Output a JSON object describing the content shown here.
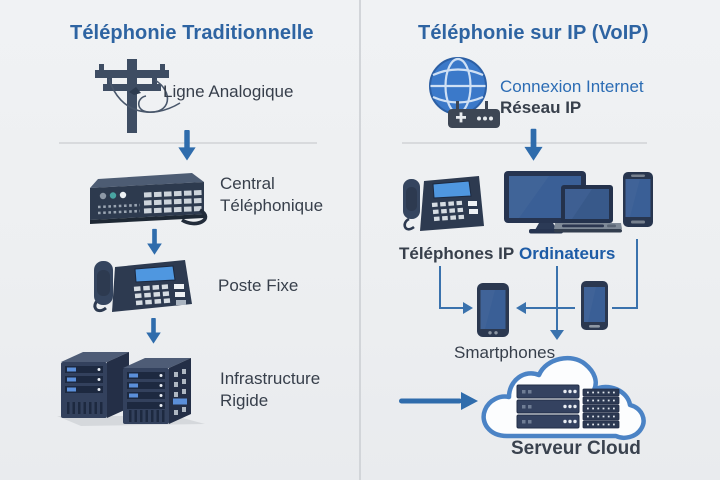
{
  "colors": {
    "background": "#edeff1",
    "heading_blue": "#2e64a2",
    "label_dark": "#373f4b",
    "accent_arrow_blue": "#2f6cac",
    "connector_blue": "#3a72ad",
    "internet_link_blue": "#2b6cb4",
    "ordinateurs_blue": "#1e5ca6",
    "device_navy": "#2d3a50",
    "phone_screen_blue": "#4f97e0",
    "display_screen_blue": "#3a5f96",
    "cloud_outline_blue": "#4b83c5",
    "divider_gray": "#d2d5d9"
  },
  "icons": {
    "telephone_pole": "utility-pole-with-analog-wires",
    "pbx_unit": "central-switchboard-rack-unit",
    "desk_phone": "analog-desk-phone",
    "server_towers": "rigid-server-towers",
    "globe_router": "internet-globe-with-router",
    "ip_phone": "ip-desk-phone",
    "monitor": "desktop-monitor",
    "laptop": "laptop-computer",
    "side_phone": "smartphone-vertical",
    "smartphone": "smartphone",
    "cloud_servers": "cloud-with-server-racks",
    "flow_arrow": "blue-flow-arrow"
  },
  "left": {
    "title": "Téléphonie Traditionnelle",
    "analog_line_label": "Ligne Analogique",
    "central_label_line1": "Central",
    "central_label_line2": "Téléphonique",
    "poste_fixe_label": "Poste Fixe",
    "infra_label_line1": "Infrastructure",
    "infra_label_line2": "Rigide"
  },
  "right": {
    "title": "Téléphonie sur IP (VoIP)",
    "internet_label_line1": "Connexion Internet",
    "internet_label_line2": "Réseau IP",
    "ip_phones_label": "Téléphones IP",
    "computers_label": "Ordinateurs",
    "smartphones_label": "Smartphones",
    "cloud_label": "Serveur Cloud"
  }
}
